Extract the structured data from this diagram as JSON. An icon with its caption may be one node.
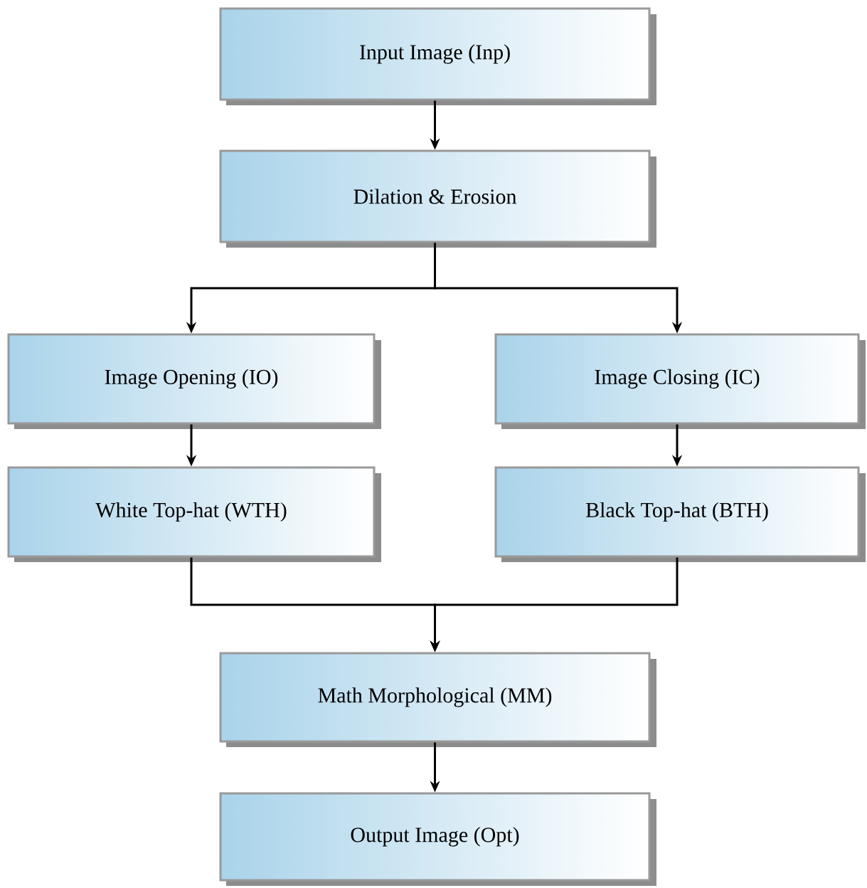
{
  "diagram": {
    "nodes": [
      {
        "text": [
          "Input Image (Inp)"
        ]
      },
      {
        "text": [
          "Dilation & Erosion"
        ]
      },
      {
        "text": [
          "Image Opening (IO)"
        ]
      },
      {
        "text": [
          "Image Closing (IC)"
        ]
      },
      {
        "text": [
          "White Top-hat (WTH)"
        ]
      },
      {
        "text": [
          "Black Top-hat (BTH)"
        ]
      },
      {
        "text": [
          "Math Morphological (MM)"
        ]
      },
      {
        "text": [
          "Output Image (Opt)"
        ]
      }
    ],
    "edges": [
      {
        "from": 0,
        "to": 1,
        "arrow": "to"
      },
      {
        "from": 1,
        "to": 2,
        "arrow": "to"
      },
      {
        "from": 1,
        "to": 3,
        "arrow": "to"
      },
      {
        "from": 2,
        "to": 4,
        "arrow": "to"
      },
      {
        "from": 3,
        "to": 5,
        "arrow": "to"
      },
      {
        "from": 4,
        "to": 6,
        "arrow": "to"
      },
      {
        "from": 5,
        "to": 6,
        "arrow": "to"
      },
      {
        "from": 6,
        "to": 7,
        "arrow": "to"
      }
    ]
  }
}
